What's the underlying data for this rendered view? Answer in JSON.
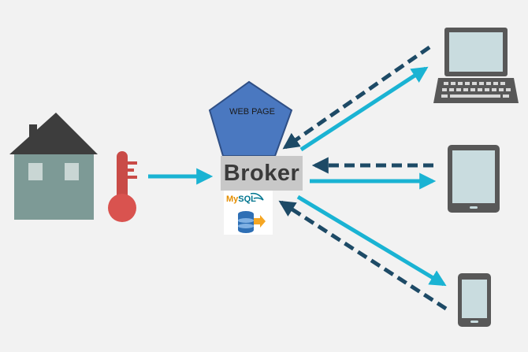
{
  "diagram": {
    "webpage_label": "WEB PAGE",
    "broker_label": "Broker",
    "mysql_label_my": "My",
    "mysql_label_sql": "SQL"
  },
  "colors": {
    "background": "#f2f2f2",
    "house_roof": "#3d3d3d",
    "house_wall": "#7d9a96",
    "house_window": "#c9d6d4",
    "thermometer": "#d9534f",
    "arrow_solid": "#1ab3d3",
    "arrow_dashed": "#1d4a66",
    "webpage_pentagon": "#4a78c0",
    "broker_box": "#c8c8c8",
    "device_body": "#585858",
    "device_screen": "#c9dcdf"
  },
  "icons": [
    "house-icon",
    "thermometer-icon",
    "webpage-pentagon",
    "broker-box",
    "mysql-database-icon",
    "laptop-icon",
    "tablet-icon",
    "phone-icon"
  ]
}
